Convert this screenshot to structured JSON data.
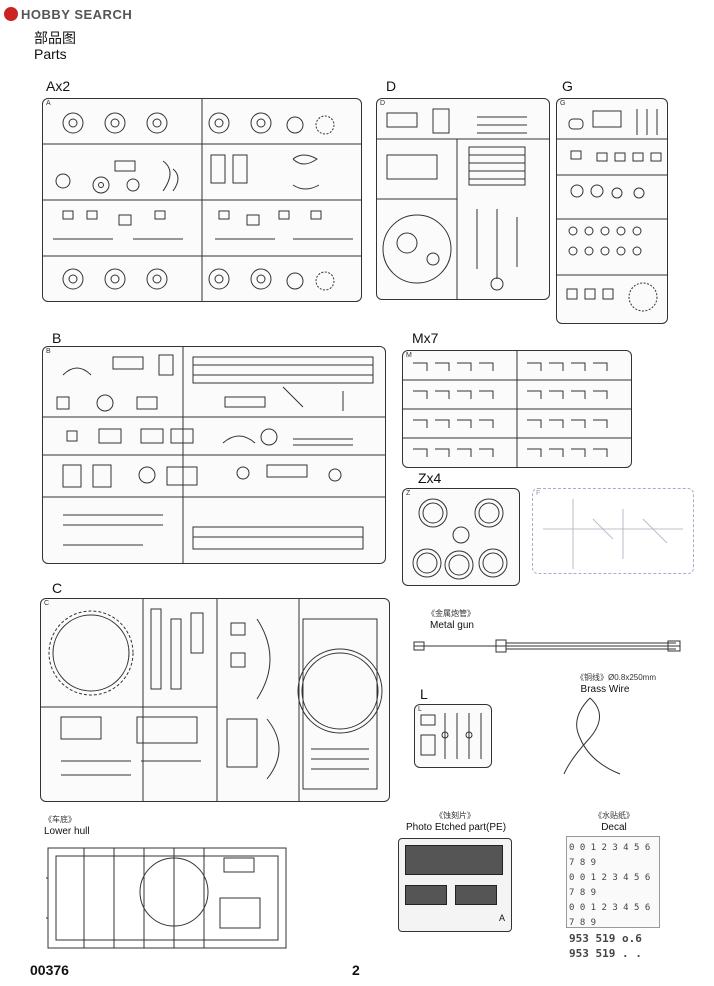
{
  "header": {
    "logo_text": "HOBBY SEARCH",
    "title_cn": "部品图",
    "title_en": "Parts"
  },
  "sprues": {
    "a": {
      "label": "Ax2",
      "letter": "A"
    },
    "d": {
      "label": "D",
      "letter": "D"
    },
    "g": {
      "label": "G",
      "letter": "G"
    },
    "b": {
      "label": "B",
      "letter": "B"
    },
    "m": {
      "label": "Mx7",
      "letter": "M"
    },
    "z": {
      "label": "Zx4",
      "letter": "Z"
    },
    "f": {
      "letter": "F"
    },
    "c": {
      "label": "C",
      "letter": "C"
    },
    "l": {
      "label": "L",
      "letter": "L"
    }
  },
  "captions": {
    "metal_gun_cn": "《金属炮管》",
    "metal_gun_en": "Metal gun",
    "brass_wire_cn": "《铜线》Ø0.8x250mm",
    "brass_wire_en": "Brass Wire",
    "lower_hull_cn": "《车底》",
    "lower_hull_en": "Lower hull",
    "pe_cn": "《蚀刻片》",
    "pe_en": "Photo Etched part(PE)",
    "pe_letter": "A",
    "decal_cn": "《水贴纸》",
    "decal_en": "Decal"
  },
  "decal_rows": [
    "0 0 1 2 3 4 5 6 7 8 9",
    "0 0 1 2 3 4 5 6 7 8 9",
    "0 0 1 2 3 4 5 6 7 8 9",
    "953 519 o.6",
    "953 519 . ."
  ],
  "footer": {
    "code": "00376",
    "page": "2"
  }
}
